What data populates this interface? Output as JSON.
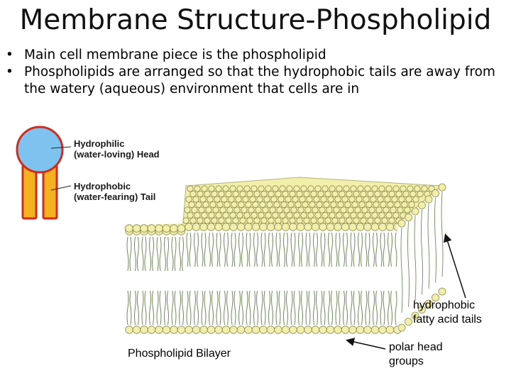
{
  "slide": {
    "title": "Membrane Structure-Phospholipid",
    "bullet_char": "•",
    "bullets": [
      "Main cell membrane piece is the phospholipid",
      "Phospholipids are arranged so that the hydrophobic tails are away from the watery (aqueous) environment that cells are in"
    ]
  },
  "diagram": {
    "head_label_1": "Hydrophilic",
    "head_label_2": "(water-loving) Head",
    "tail_label_1": "Hydrophobic",
    "tail_label_2": "(water-fearing) Tail",
    "tails_label_1": "hydrophobic",
    "tails_label_2": "fatty acid tails",
    "bilayer_label": "Phospholipid Bilayer",
    "polar_label_1": "polar head",
    "polar_label_2": "groups"
  },
  "colors": {
    "head_blue": "#7ec3f0",
    "tail_orange": "#f5b21f",
    "tail_outline": "#d42a1a",
    "bead_yellow": "#f2efaa",
    "bead_outline": "#8c8a4e",
    "tail_green": "#6f8a5a"
  }
}
